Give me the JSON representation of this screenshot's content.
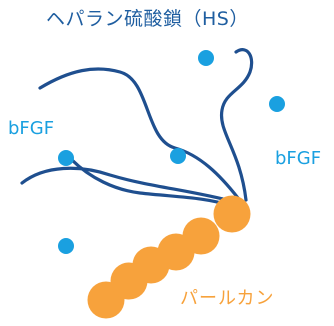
{
  "labels": {
    "heparan_sulfate": "ヘパラン硫酸鎖（HS）",
    "bfgf_left": "bFGF",
    "bfgf_right": "bFGF",
    "perlecan": "パールカン"
  },
  "colors": {
    "chain": "#1f4f8f",
    "hs_label": "#1f5ea0",
    "bfgf": "#1aa0e0",
    "perlecan": "#f7a23c"
  },
  "counts": {
    "bfgf_dots": 5,
    "perlecan_beads": 6,
    "hs_chains": 4
  }
}
